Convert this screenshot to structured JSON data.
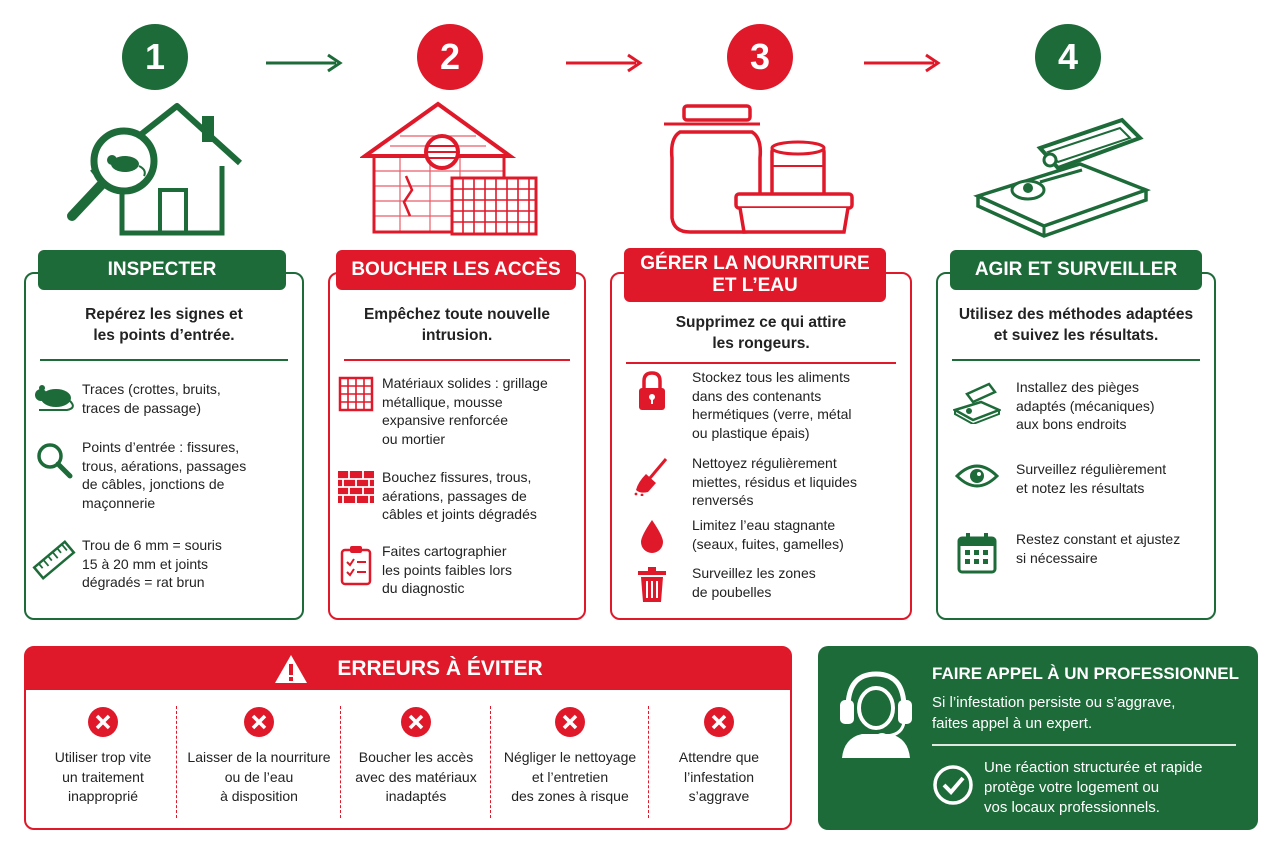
{
  "steps": [
    {
      "number": "1",
      "title": "INSPECTER",
      "subtitle": [
        "Repérez les signes et",
        "les points d’entrée."
      ],
      "items": [
        {
          "icon": "rat-icon",
          "lines": [
            "Traces (crottes, bruits,",
            "traces de passage)"
          ]
        },
        {
          "icon": "magnifier-icon",
          "lines": [
            "Points d’entrée : fissures,",
            "trous, aérations, passages",
            "de câbles, jonctions de",
            "maçonnerie"
          ]
        },
        {
          "icon": "ruler-icon",
          "lines": [
            "Trou de 6 mm = souris",
            "15 à 20 mm et joints",
            "dégradés = rat brun"
          ]
        }
      ]
    },
    {
      "number": "2",
      "title": "BOUCHER LES ACCÈS",
      "subtitle": [
        "Empêchez toute nouvelle",
        "intrusion."
      ],
      "items": [
        {
          "icon": "mesh-icon",
          "lines": [
            "Matériaux solides : grillage",
            "métallique, mousse",
            "expansive renforcée",
            "ou mortier"
          ]
        },
        {
          "icon": "brick-wall-icon",
          "lines": [
            "Bouchez fissures, trous,",
            "aérations, passages de",
            "câbles et joints dégradés"
          ]
        },
        {
          "icon": "clipboard-icon",
          "lines": [
            "Faites cartographier",
            "les points faibles lors",
            "du diagnostic"
          ]
        }
      ]
    },
    {
      "number": "3",
      "title": [
        "GÉRER LA NOURRITURE",
        "ET L’EAU"
      ],
      "subtitle": [
        "Supprimez ce qui attire",
        "les rongeurs."
      ],
      "items": [
        {
          "icon": "padlock-icon",
          "lines": [
            "Stockez tous les aliments",
            "dans des contenants",
            "hermétiques (verre, métal",
            "ou plastique épais)"
          ]
        },
        {
          "icon": "broom-icon",
          "lines": [
            "Nettoyez régulièrement",
            "miettes, résidus et liquides",
            "renversés"
          ]
        },
        {
          "icon": "water-drop-icon",
          "lines": [
            "Limitez l’eau stagnante",
            "(seaux, fuites, gamelles)"
          ]
        },
        {
          "icon": "trash-bin-icon",
          "lines": [
            "Surveillez les zones",
            "de poubelles"
          ]
        }
      ]
    },
    {
      "number": "4",
      "title": "AGIR ET SURVEILLER",
      "subtitle": [
        "Utilisez des méthodes adaptées",
        "et suivez les résultats."
      ],
      "items": [
        {
          "icon": "trap-icon",
          "lines": [
            "Installez des pièges",
            "adaptés (mécaniques)",
            "aux bons endroits"
          ]
        },
        {
          "icon": "eye-icon",
          "lines": [
            "Surveillez régulièrement",
            "et notez les résultats"
          ]
        },
        {
          "icon": "calendar-icon",
          "lines": [
            "Restez constant et ajustez",
            "si nécessaire"
          ]
        }
      ]
    }
  ],
  "errors": {
    "title": "ERREURS À ÉVITER",
    "items": [
      [
        "Utiliser trop vite",
        "un traitement",
        "inapproprié"
      ],
      [
        "Laisser de la nourriture",
        "ou de l’eau",
        "à disposition"
      ],
      [
        "Boucher les accès",
        "avec des matériaux",
        "inadaptés"
      ],
      [
        "Négliger le nettoyage",
        "et l’entretien",
        "des zones à risque"
      ],
      [
        "Attendre que",
        "l’infestation",
        "s’aggrave"
      ]
    ]
  },
  "professional": {
    "title": "FAIRE APPEL À UN PROFESSIONNEL",
    "text": [
      "Si l’infestation persiste ou s’aggrave,",
      "faites appel à un expert."
    ],
    "footer": [
      "Une réaction structurée et rapide",
      "protège votre logement ou",
      "vos locaux professionnels."
    ]
  },
  "colors": {
    "green": "#1e6b3a",
    "red": "#e0192a"
  }
}
